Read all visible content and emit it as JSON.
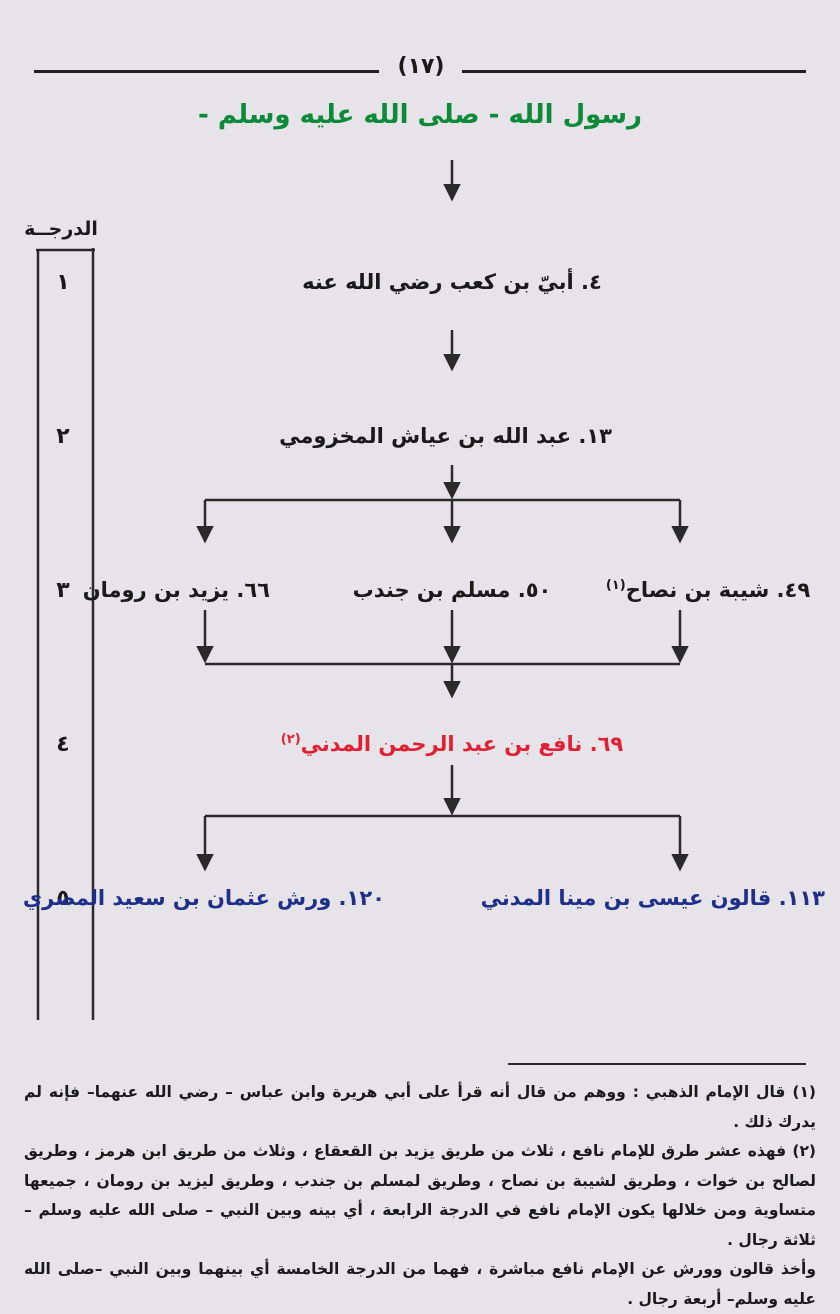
{
  "page_number": "(١٧)",
  "title": "رسول الله - صلى الله عليه وسلم -",
  "degree_header": "الدرجــة",
  "degrees": [
    "١",
    "٢",
    "٣",
    "٤",
    "٥"
  ],
  "nodes": {
    "ubayy": "٤. أبيّ بن كعب رضي الله عنه",
    "abdullah": "١٣. عبد الله بن عياش المخزومي",
    "shaybah": "٤٩. شيبة بن نصاح",
    "shaybah_ref": "(١)",
    "muslim": "٥٠. مسلم بن جندب",
    "yazid": "٦٦. يزيد بن رومان",
    "nafi": "٦٩. نافع بن عبد الرحمن المدني",
    "nafi_ref": "(٢)",
    "qalun": "١١٣. قالون عيسى بن مينا المدني",
    "warsh": "١٢٠. ورش عثمان بن سعيد المصري"
  },
  "colors": {
    "title": "#0c8a3a",
    "nafi": "#e02035",
    "students": "#1f2f8a",
    "lines": "#2a2a2a"
  },
  "footnotes": [
    "(١) قال الإمام الذهبي : ووهم من قال أنه قرأ على أبي هريرة وابن عباس – رضي الله عنهما– فإنه لم يدرك ذلك .",
    "(٢) فهذه عشر طرق للإمام نافع ، ثلاث من طريق يزيد بن القعقاع ، وثلاث من طريق ابن هرمز ، وطريق لصالح بن خوات ، وطريق لشيبة بن نصاح ، وطريق لمسلم بن جندب ، وطريق ليزيد بن رومان ، جميعها متساوية ومن خلالها يكون الإمام نافع في الدرجة الرابعة ، أي بينه وبين النبي – صلى الله عليه وسلم – ثلاثة رجال .",
    "وأخذ قالون وورش عن الإمام نافع مباشرة ، فهما من الدرجة الخامسة أي بينهما وبين النبي –صلى الله عليه وسلم– أربعة رجال ."
  ]
}
